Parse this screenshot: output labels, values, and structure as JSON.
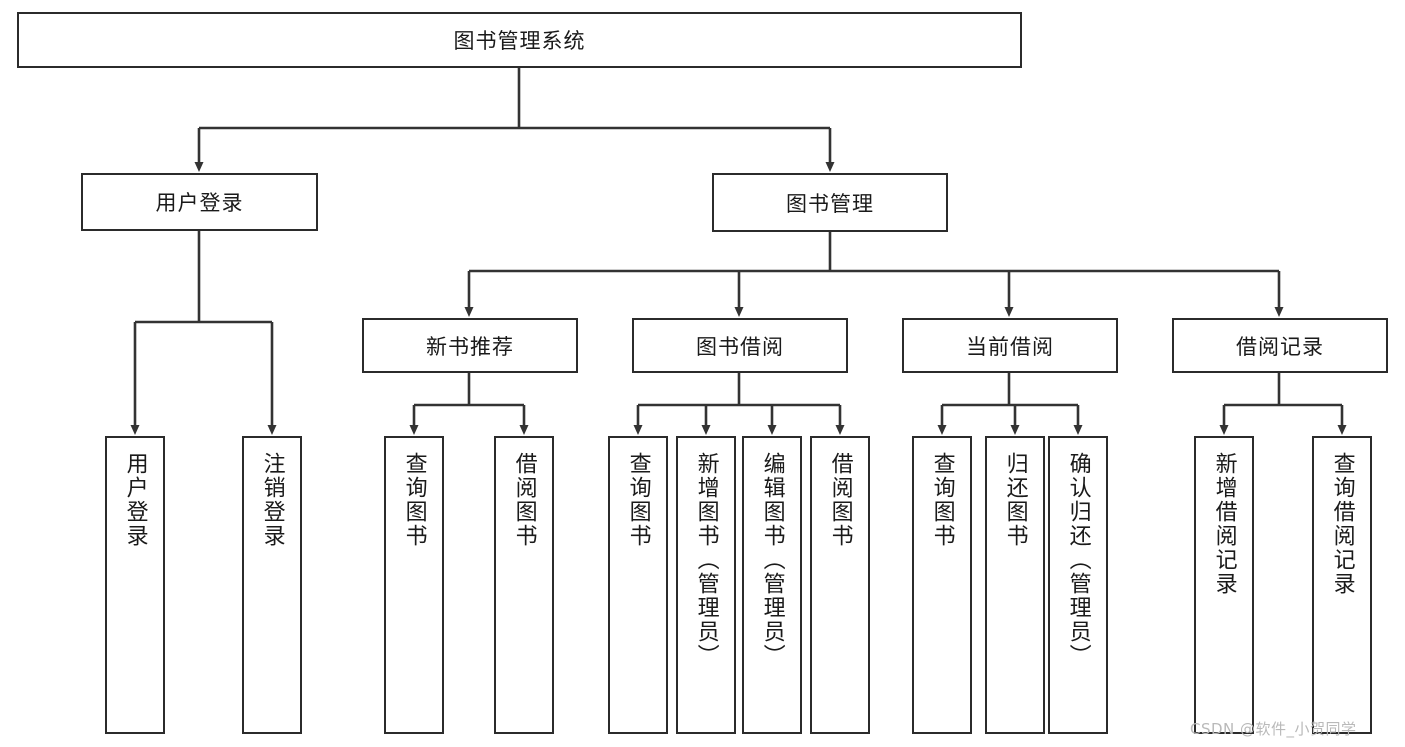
{
  "diagram": {
    "type": "tree-hierarchy",
    "title": "图书管理系统",
    "orientation": "top-down",
    "root": {
      "id": "root",
      "label": "图书管理系统",
      "level": 0,
      "text_orientation": "horizontal"
    },
    "level1": [
      {
        "id": "user-login",
        "label": "用户登录",
        "text_orientation": "horizontal"
      },
      {
        "id": "book-manage",
        "label": "图书管理",
        "text_orientation": "horizontal"
      }
    ],
    "level2": [
      {
        "id": "new-book-rec",
        "label": "新书推荐",
        "parent": "book-manage",
        "text_orientation": "horizontal"
      },
      {
        "id": "book-borrow",
        "label": "图书借阅",
        "parent": "book-manage",
        "text_orientation": "horizontal"
      },
      {
        "id": "current-borrow",
        "label": "当前借阅",
        "parent": "book-manage",
        "text_orientation": "horizontal"
      },
      {
        "id": "borrow-record",
        "label": "借阅记录",
        "parent": "book-manage",
        "text_orientation": "horizontal"
      }
    ],
    "leaves": [
      {
        "id": "leaf-user-login",
        "label": "用户登录",
        "parent": "user-login",
        "text_orientation": "vertical"
      },
      {
        "id": "leaf-user-logout",
        "label": "注销登录",
        "parent": "user-login",
        "text_orientation": "vertical"
      },
      {
        "id": "leaf-rec-query",
        "label": "查询图书",
        "parent": "new-book-rec",
        "text_orientation": "vertical"
      },
      {
        "id": "leaf-rec-borrow",
        "label": "借阅图书",
        "parent": "new-book-rec",
        "text_orientation": "vertical"
      },
      {
        "id": "leaf-borrow-query",
        "label": "查询图书",
        "parent": "book-borrow",
        "text_orientation": "vertical"
      },
      {
        "id": "leaf-borrow-add",
        "label": "新增图书（管理员）",
        "parent": "book-borrow",
        "text_orientation": "vertical"
      },
      {
        "id": "leaf-borrow-edit",
        "label": "编辑图书（管理员）",
        "parent": "book-borrow",
        "text_orientation": "vertical"
      },
      {
        "id": "leaf-borrow-lend",
        "label": "借阅图书",
        "parent": "book-borrow",
        "text_orientation": "vertical"
      },
      {
        "id": "leaf-current-query",
        "label": "查询图书",
        "parent": "current-borrow",
        "text_orientation": "vertical"
      },
      {
        "id": "leaf-current-return",
        "label": "归还图书",
        "parent": "current-borrow",
        "text_orientation": "vertical"
      },
      {
        "id": "leaf-current-confirm",
        "label": "确认归还（管理员）",
        "parent": "current-borrow",
        "text_orientation": "vertical"
      },
      {
        "id": "leaf-record-add",
        "label": "新增借阅记录",
        "parent": "borrow-record",
        "text_orientation": "vertical"
      },
      {
        "id": "leaf-record-query",
        "label": "查询借阅记录",
        "parent": "borrow-record",
        "text_orientation": "vertical"
      }
    ],
    "colors": {
      "border": "#2b2b2b",
      "background": "#ffffff",
      "text": "#1a1a1a",
      "connector": "#333333",
      "watermark": "#b9b9b9"
    }
  },
  "watermark": {
    "text": "CSDN @软件_小贺同学"
  }
}
